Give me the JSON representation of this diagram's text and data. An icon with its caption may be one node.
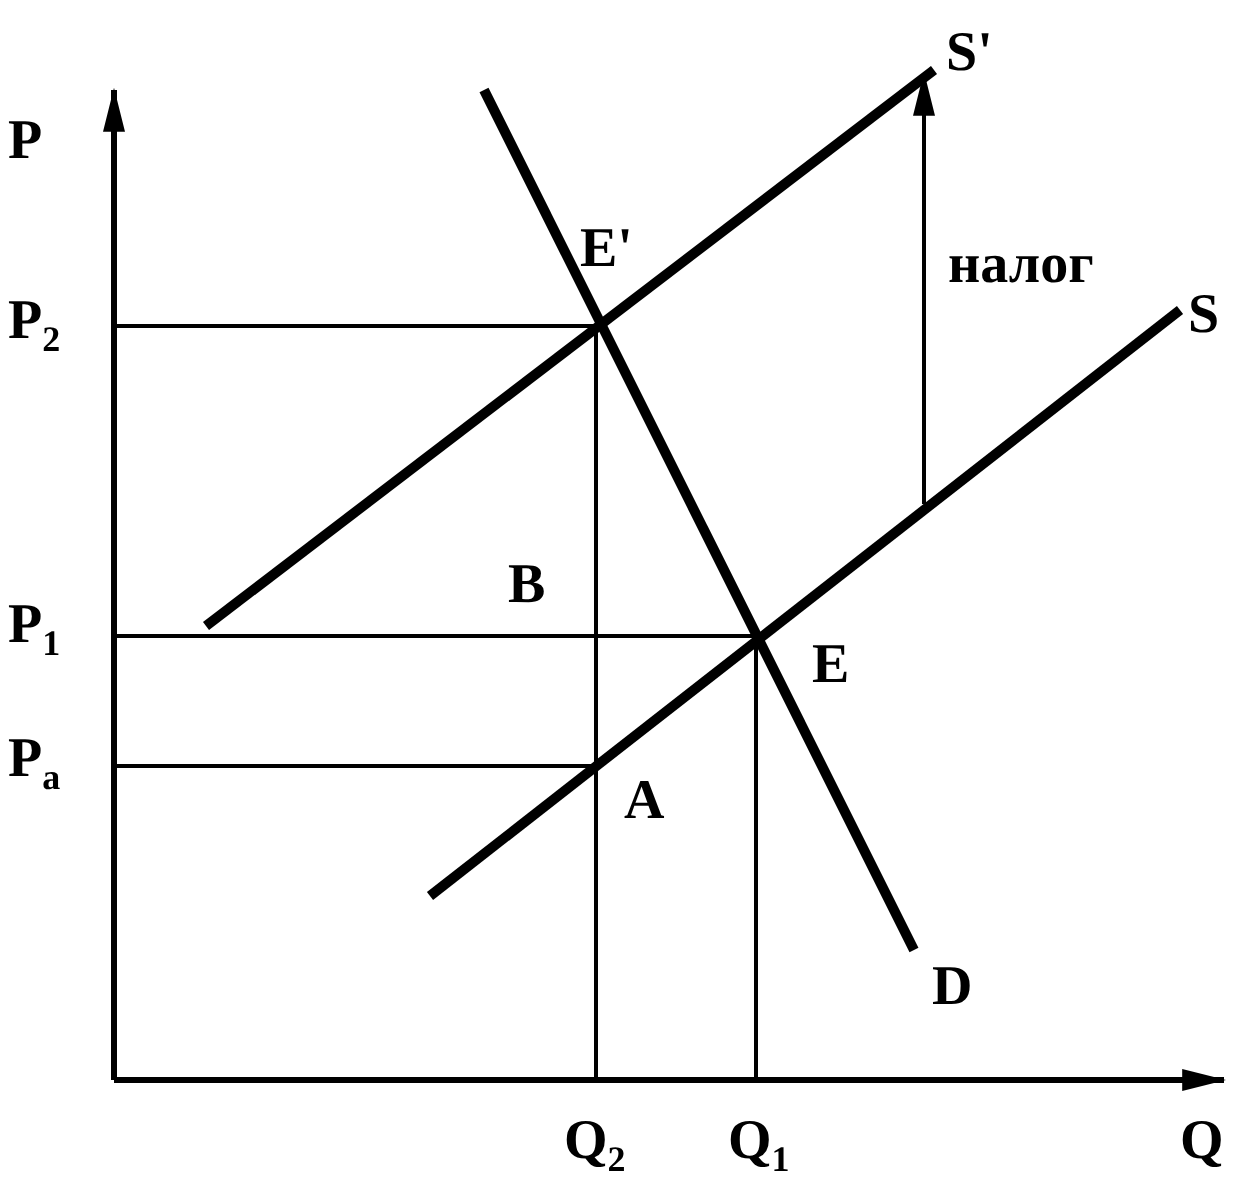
{
  "diagram": {
    "labels": [
      "P",
      "S'",
      "E'",
      "налог",
      "S",
      "P$_{2}$",
      "B",
      "P$_{1}$",
      "E",
      "P$_{a}$",
      "A",
      "D",
      "Q$_{2}$",
      "Q$_{1}$",
      "Q"
    ]
  }
}
